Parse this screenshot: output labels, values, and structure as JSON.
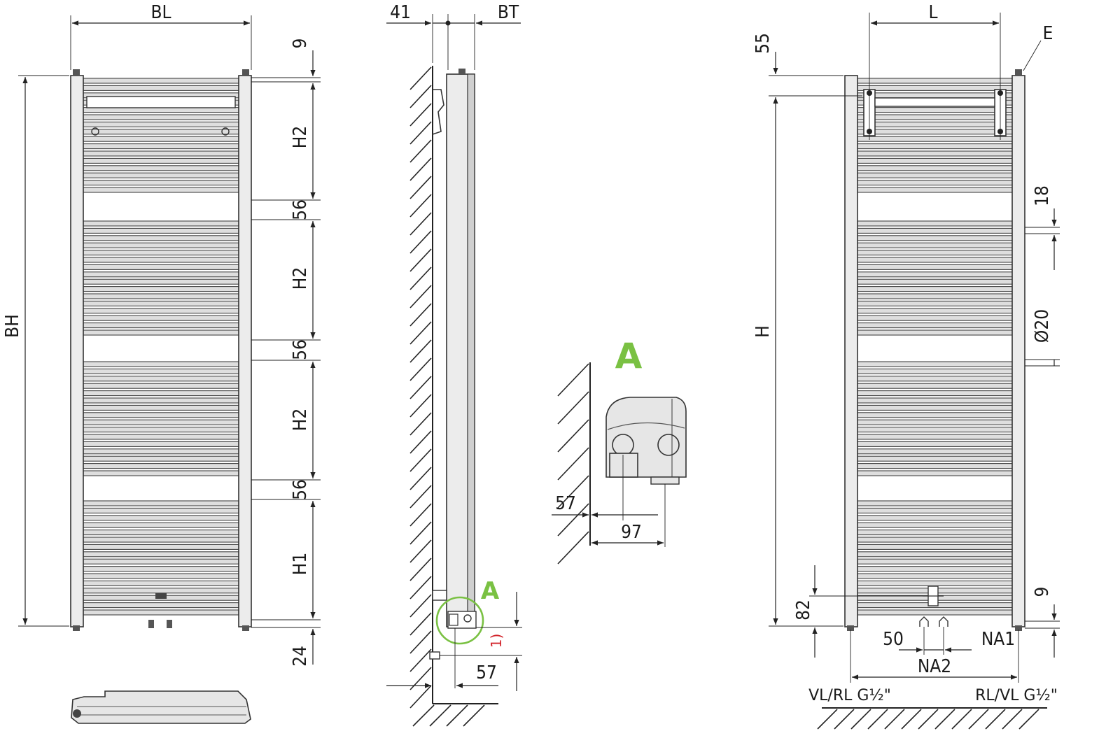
{
  "front_view": {
    "width_label": "BL",
    "height_label": "BH",
    "top_offset": "9",
    "section_labels": [
      "H2",
      "H2",
      "H2",
      "H1"
    ],
    "gap_labels": [
      "56",
      "56",
      "56"
    ],
    "bottom_offset": "24"
  },
  "side_view": {
    "wall_offset": "41",
    "depth_label": "BT",
    "valve_offset": "57",
    "note_marker": "1)",
    "detail_marker": "A"
  },
  "detail_A": {
    "title": "A",
    "wall_offset": "57",
    "spacing": "97"
  },
  "rear_view": {
    "bracket_spacing": "L",
    "top_offset": "55",
    "height_label": "H",
    "edge_label": "E",
    "tube_spacing": "18",
    "tube_diameter": "Ø20",
    "bottom_offset": "9",
    "connection_height": "82",
    "connection_spacing": "50",
    "na1": "NA1",
    "na2": "NA2",
    "left_connection": "VL/RL G½\"",
    "right_connection": "RL/VL G½\""
  },
  "colors": {
    "accent_green": "#7ac143",
    "note_red": "#d2232a",
    "line": "#222222",
    "fill_gray": "#e6e6e6"
  }
}
